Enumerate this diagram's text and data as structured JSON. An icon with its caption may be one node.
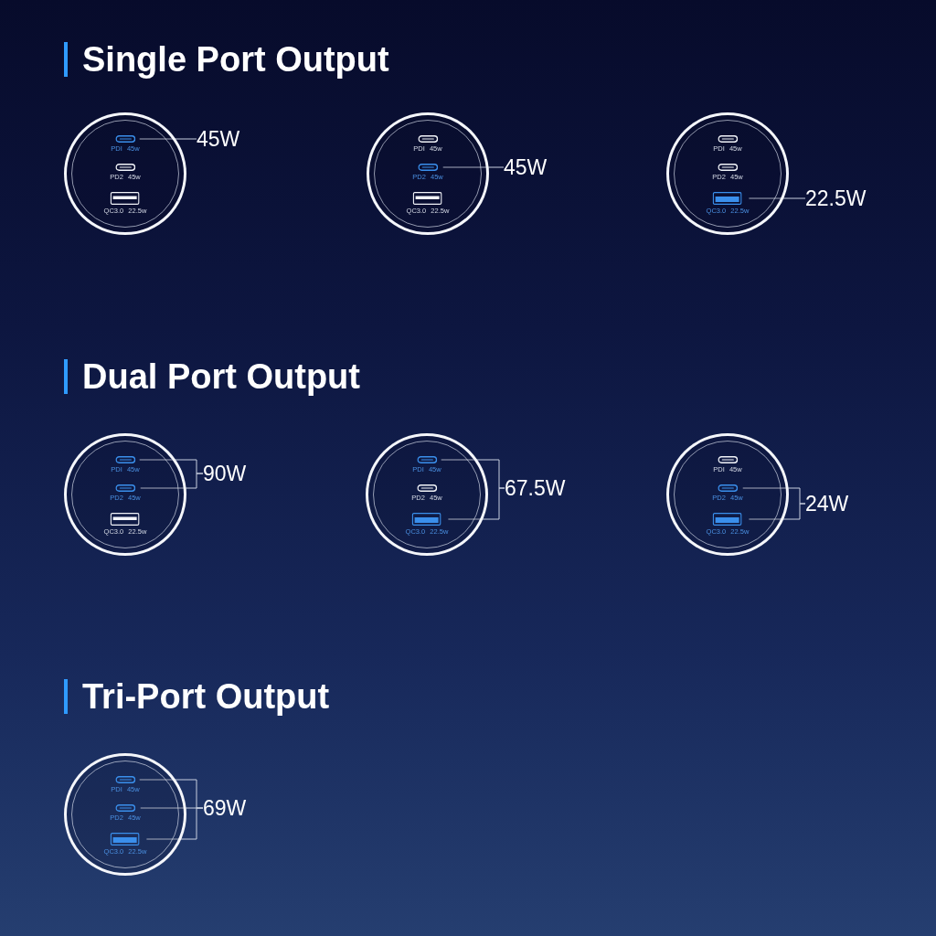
{
  "diagram": {
    "nodes": [
      {
        "text": [],
        "shape": "circle"
      },
      {
        "text": [
          "PDI 45w"
        ],
        "in": 0
      },
      {
        "text": [
          "PD2 45w"
        ],
        "in": 0
      },
      {
        "text": [
          "QC3.0 22.5w"
        ],
        "in": 0
      },
      {
        "text": [
          "45W"
        ]
      },
      {
        "text": [],
        "shape": "circle"
      },
      {
        "text": [
          "PDI 45w"
        ],
        "in": 5
      },
      {
        "text": [
          "PD2 45w"
        ],
        "in": 5
      },
      {
        "text": [
          "QC3.0 22.5w"
        ],
        "in": 5
      },
      {
        "text": [
          "45W"
        ]
      },
      {
        "text": [],
        "shape": "circle"
      },
      {
        "text": [
          "PDI 45w"
        ],
        "in": 10
      },
      {
        "text": [
          "PD2 45w"
        ],
        "in": 10
      },
      {
        "text": [
          "QC3.0 22.5w"
        ],
        "in": 10
      },
      {
        "text": [
          "22.5W"
        ]
      },
      {
        "text": [],
        "shape": "circle"
      },
      {
        "text": [
          "PDI 45w"
        ],
        "in": 15
      },
      {
        "text": [
          "PD2 45w"
        ],
        "in": 15
      },
      {
        "text": [
          "QC3.0 22.5w"
        ],
        "in": 15
      },
      {
        "text": [
          "90W"
        ]
      },
      {
        "text": [],
        "shape": "circle"
      },
      {
        "text": [
          "PDI 45w"
        ],
        "in": 20
      },
      {
        "text": [
          "PD2 45w"
        ],
        "in": 20
      },
      {
        "text": [
          "QC3.0 22.5w"
        ],
        "in": 20
      },
      {
        "text": [
          "67.5W"
        ]
      },
      {
        "text": [],
        "shape": "circle"
      },
      {
        "text": [
          "PDI 45w"
        ],
        "in": 25
      },
      {
        "text": [
          "PD2 45w"
        ],
        "in": 25
      },
      {
        "text": [
          "QC3.0 22.5w"
        ],
        "in": 25
      },
      {
        "text": [
          "24W"
        ]
      },
      {
        "text": [],
        "shape": "circle"
      },
      {
        "text": [
          "PDI 45w"
        ],
        "in": 30
      },
      {
        "text": [
          "PD2 45w"
        ],
        "in": 30
      },
      {
        "text": [
          "QC3.0 22.5w"
        ],
        "in": 30
      },
      {
        "text": [
          "69W"
        ]
      }
    ],
    "edges": [
      {
        "from": 1,
        "to": 4,
        "arrow": "none"
      },
      {
        "from": 7,
        "to": 9,
        "arrow": "none"
      },
      {
        "from": 13,
        "to": 14,
        "arrow": "none"
      },
      {
        "from": 16,
        "to": 19,
        "arrow": "none"
      },
      {
        "from": 17,
        "to": 19,
        "arrow": "none"
      },
      {
        "from": 21,
        "to": 24,
        "arrow": "none"
      },
      {
        "from": 23,
        "to": 24,
        "arrow": "none"
      },
      {
        "from": 27,
        "to": 29,
        "arrow": "none"
      },
      {
        "from": 28,
        "to": 29,
        "arrow": "none"
      },
      {
        "from": 31,
        "to": 34,
        "arrow": "none"
      },
      {
        "from": 32,
        "to": 34,
        "arrow": "none"
      },
      {
        "from": 33,
        "to": 34,
        "arrow": "none"
      }
    ],
    "labels": [
      "Single Port Output",
      "Dual Port Output",
      "Tri-Port Output"
    ]
  }
}
